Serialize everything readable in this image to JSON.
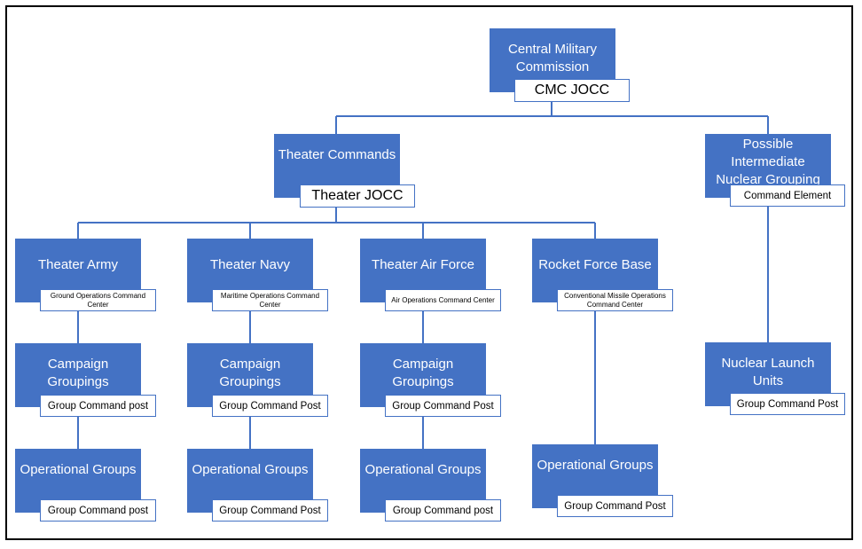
{
  "colors": {
    "node_fill": "#4472c4",
    "connector": "#4472c4",
    "tag_border": "#4472c4",
    "frame": "#000000"
  },
  "cmc": {
    "label": "Central Military Commission",
    "tag": "CMC JOCC"
  },
  "theater_commands": {
    "label": "Theater Commands",
    "tag": "Theater JOCC"
  },
  "nuclear": {
    "label": "Possible Intermediate Nuclear Grouping",
    "tag": "Command Element"
  },
  "nuclear_units": {
    "label": "Nuclear Launch Units",
    "tag": "Group Command Post"
  },
  "army": {
    "label": "Theater Army",
    "tag": "Ground Operations Command Center",
    "campaign": {
      "label": "Campaign Groupings",
      "tag": "Group Command post"
    },
    "operational": {
      "label": "Operational Groups",
      "tag": "Group Command post"
    }
  },
  "navy": {
    "label": "Theater Navy",
    "tag": "Maritime Operations Command Center",
    "campaign": {
      "label": "Campaign Groupings",
      "tag": "Group Command Post"
    },
    "operational": {
      "label": "Operational Groups",
      "tag": "Group Command Post"
    }
  },
  "airforce": {
    "label": "Theater Air Force",
    "tag": "Air Operations Command Center",
    "campaign": {
      "label": "Campaign Groupings",
      "tag": "Group Command Post"
    },
    "operational": {
      "label": "Operational Groups",
      "tag": "Group Command post"
    }
  },
  "rocket": {
    "label": "Rocket Force Base",
    "tag": "Conventional Missile Operations Command Center",
    "operational": {
      "label": "Operational Groups",
      "tag": "Group Command Post"
    }
  }
}
